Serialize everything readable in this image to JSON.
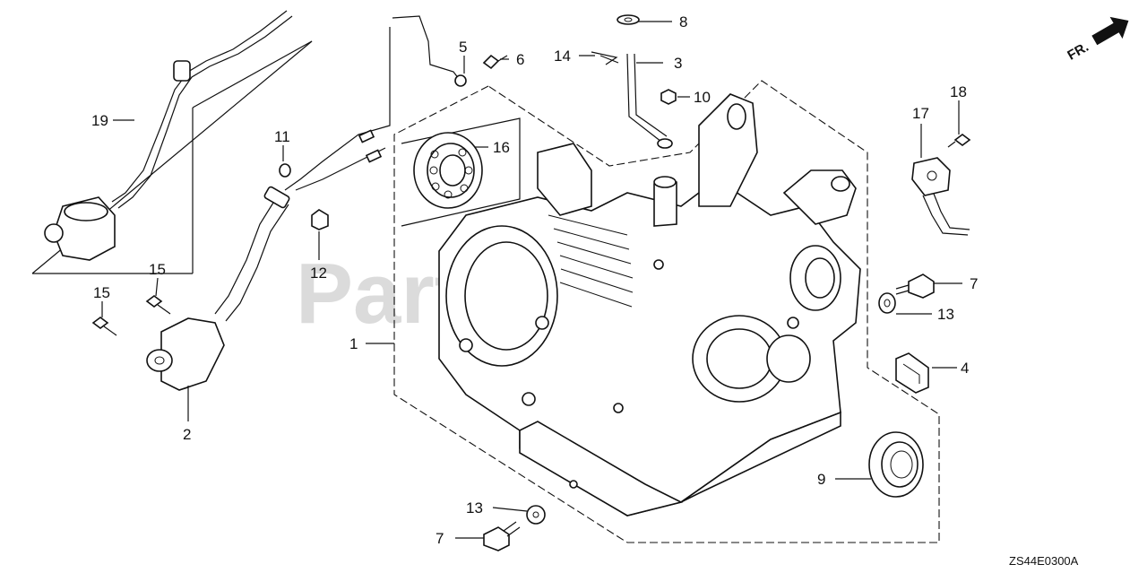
{
  "diagram": {
    "watermark": "PartsTree",
    "diagram_code": "ZS44E0300A",
    "front_indicator": "FR.",
    "callouts": [
      {
        "id": "c1",
        "label": "1"
      },
      {
        "id": "c2",
        "label": "2"
      },
      {
        "id": "c3",
        "label": "3"
      },
      {
        "id": "c4",
        "label": "4"
      },
      {
        "id": "c5",
        "label": "5"
      },
      {
        "id": "c6",
        "label": "6"
      },
      {
        "id": "c7a",
        "label": "7"
      },
      {
        "id": "c7b",
        "label": "7"
      },
      {
        "id": "c8",
        "label": "8"
      },
      {
        "id": "c9",
        "label": "9"
      },
      {
        "id": "c10",
        "label": "10"
      },
      {
        "id": "c11",
        "label": "11"
      },
      {
        "id": "c12",
        "label": "12"
      },
      {
        "id": "c13a",
        "label": "13"
      },
      {
        "id": "c13b",
        "label": "13"
      },
      {
        "id": "c14",
        "label": "14"
      },
      {
        "id": "c15a",
        "label": "15"
      },
      {
        "id": "c15b",
        "label": "15"
      },
      {
        "id": "c16",
        "label": "16"
      },
      {
        "id": "c17",
        "label": "17"
      },
      {
        "id": "c18",
        "label": "18"
      },
      {
        "id": "c19",
        "label": "19"
      }
    ]
  }
}
